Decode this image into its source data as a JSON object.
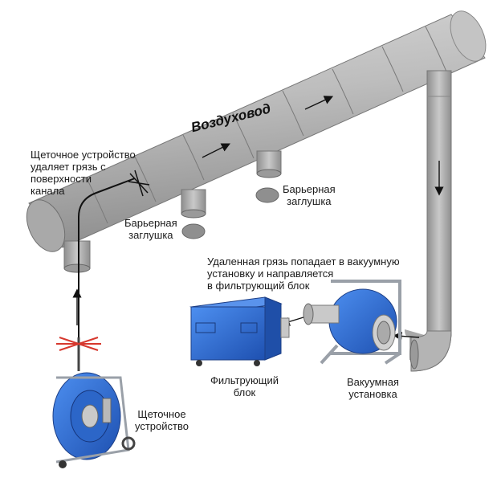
{
  "title": "Воздуховод",
  "labels": {
    "brush_action": [
      "Щеточное устройство",
      "удаляет грязь с",
      "поверхности",
      "канала"
    ],
    "barrier_cap_1": [
      "Барьерная",
      "заглушка"
    ],
    "barrier_cap_2": [
      "Барьерная",
      "заглушка"
    ],
    "dirt_note": [
      "Удаленная грязь попадает в вакуумную",
      "установку и направляется",
      "в фильтрующий блок"
    ],
    "filter_unit": [
      "Фильтрующий",
      "блок"
    ],
    "vacuum_unit": [
      "Вакуумная",
      "установка"
    ],
    "brush_machine": [
      "Щеточное",
      "устройство"
    ]
  },
  "colors": {
    "duct": "#b8b8b8",
    "duct_dark": "#8a8a8a",
    "filter_body": "#2f6fd6",
    "vacuum_body": "#2f78e0",
    "reel": "#3b7fd9"
  }
}
